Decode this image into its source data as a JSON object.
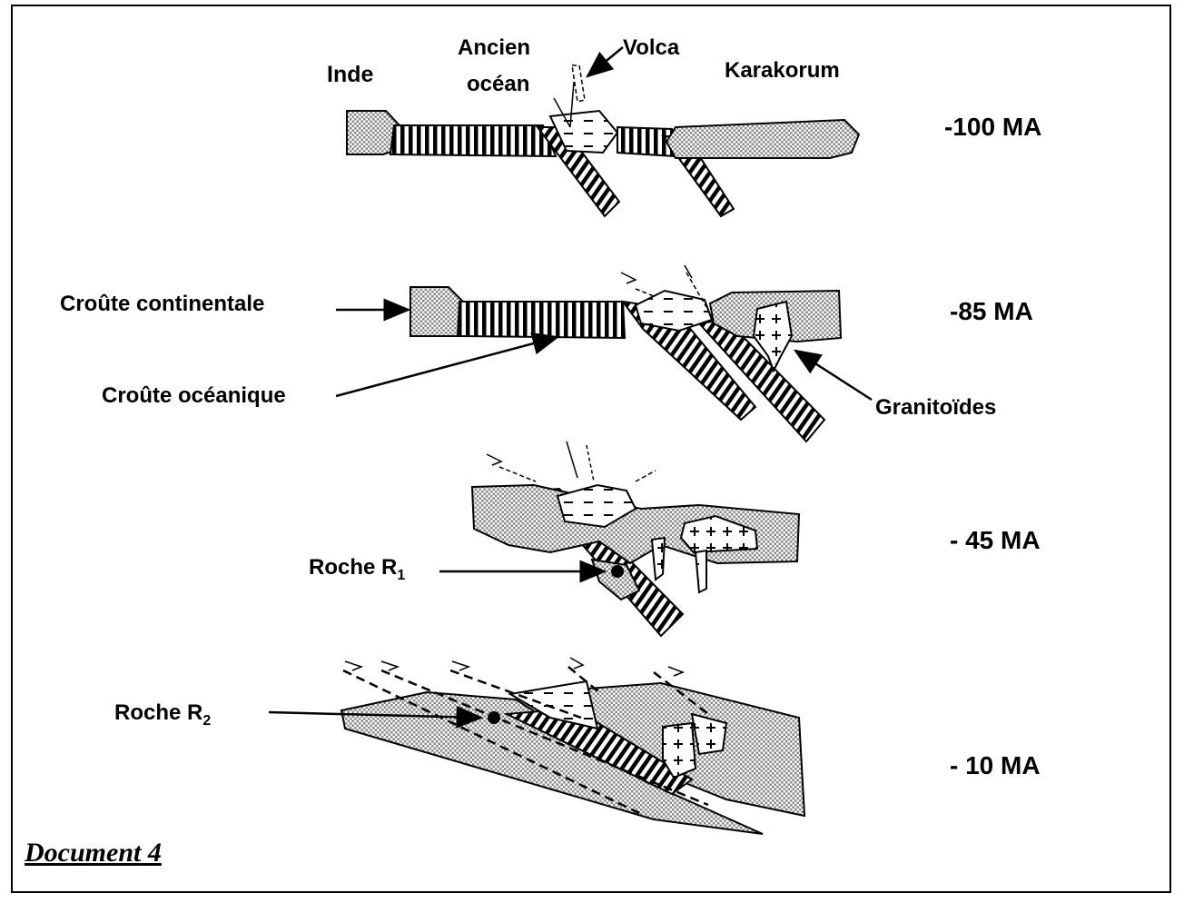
{
  "labels": {
    "inde": "Inde",
    "ancien_ocean_line1": "Ancien",
    "ancien_ocean_line2": "océan",
    "volca": "Volca",
    "karakorum": "Karakorum",
    "croute_continentale": "Croûte continentale",
    "croute_oceanique": "Croûte océanique",
    "granitoides": "Granitoïdes",
    "roche_r1_text": "Roche R",
    "roche_r1_sub": "1",
    "roche_r2_text": "Roche R",
    "roche_r2_sub": "2"
  },
  "stages": [
    {
      "age": "-100 MA"
    },
    {
      "age": "-85 MA"
    },
    {
      "age": "- 45 MA"
    },
    {
      "age": "- 10 MA"
    }
  ],
  "document_title": "Document 4",
  "colors": {
    "ink": "#000000",
    "paper": "#ffffff",
    "continental_dots": "#8a8a8a"
  }
}
